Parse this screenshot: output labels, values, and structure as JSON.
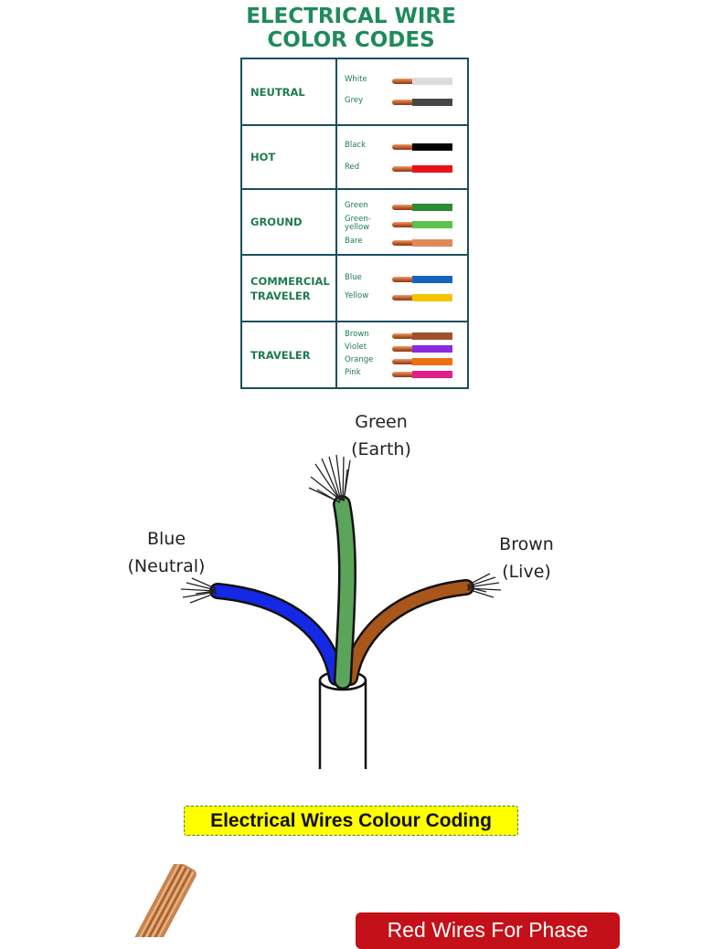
{
  "header": {
    "title_line1": "ELECTRICAL WIRE",
    "title_line2": "COLOR CODES"
  },
  "table": {
    "rows": [
      {
        "category": "NEUTRAL",
        "wires": [
          {
            "label": "White",
            "color": "#dcdcdc"
          },
          {
            "label": "Grey",
            "color": "#474747"
          }
        ]
      },
      {
        "category": "HOT",
        "wires": [
          {
            "label": "Black",
            "color": "#050505"
          },
          {
            "label": "Red",
            "color": "#e8121b"
          }
        ]
      },
      {
        "category": "GROUND",
        "wires": [
          {
            "label": "Green",
            "color": "#2f8a36"
          },
          {
            "label": "Green-yellow",
            "color": "#5cc24a"
          },
          {
            "label": "Bare",
            "color": "#e08a5a"
          }
        ]
      },
      {
        "category": "COMMERCIAL TRAVELER",
        "wires": [
          {
            "label": "Blue",
            "color": "#1565c0"
          },
          {
            "label": "Yellow",
            "color": "#f2c500"
          }
        ]
      },
      {
        "category": "TRAVELER",
        "wires": [
          {
            "label": "Brown",
            "color": "#a0522d"
          },
          {
            "label": "Violet",
            "color": "#8a2be2"
          },
          {
            "label": "Orange",
            "color": "#f07010"
          },
          {
            "label": "Pink",
            "color": "#e0208a"
          }
        ]
      }
    ]
  },
  "diagram": {
    "green_label": "Green",
    "green_sub": "(Earth)",
    "blue_label": "Blue",
    "blue_sub": "(Neutral)",
    "brown_label": "Brown",
    "brown_sub": "(Live)",
    "colors": {
      "green": "#5aa55a",
      "blue": "#1428e6",
      "brown": "#a8561a"
    }
  },
  "caption": {
    "text": "Electrical Wires Colour Coding"
  },
  "badge": {
    "text": "Red Wires For Phase"
  }
}
